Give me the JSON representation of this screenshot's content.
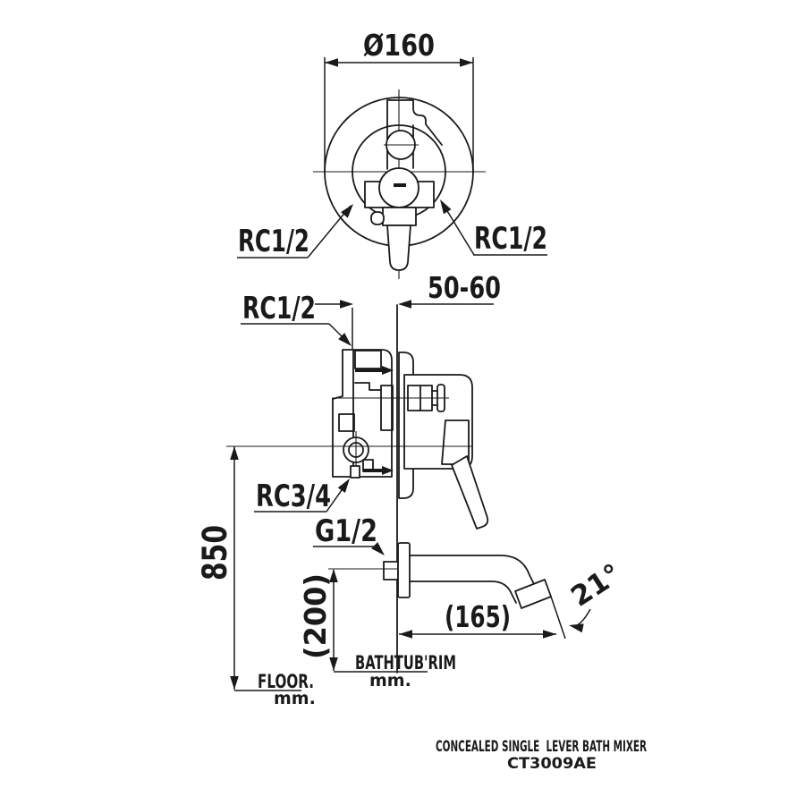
{
  "drawing": {
    "product": {
      "title": "CONCEALED SINGLE  LEVER BATH MIXER",
      "model": "CT3009AE"
    },
    "dimensions": {
      "escutcheon_diameter": "Ø160",
      "wall_depth_range": "50-60",
      "height_from_floor": "850",
      "spout_drop_below_valve": "(200)",
      "spout_reach": "(165)",
      "spout_angle": "21°"
    },
    "connections": {
      "top_view_left_inlet": "RC1/2",
      "top_view_right_inlet": "RC1/2",
      "side_view_top_inlet": "RC1/2",
      "bottom_outlet": "RC3/4",
      "spout_connection": "G1/2"
    },
    "references": {
      "bathtub_rim": "BATHTUB'RIM",
      "bathtub_rim_unit": "mm.",
      "floor": "FLOOR.",
      "floor_unit": "mm."
    }
  }
}
